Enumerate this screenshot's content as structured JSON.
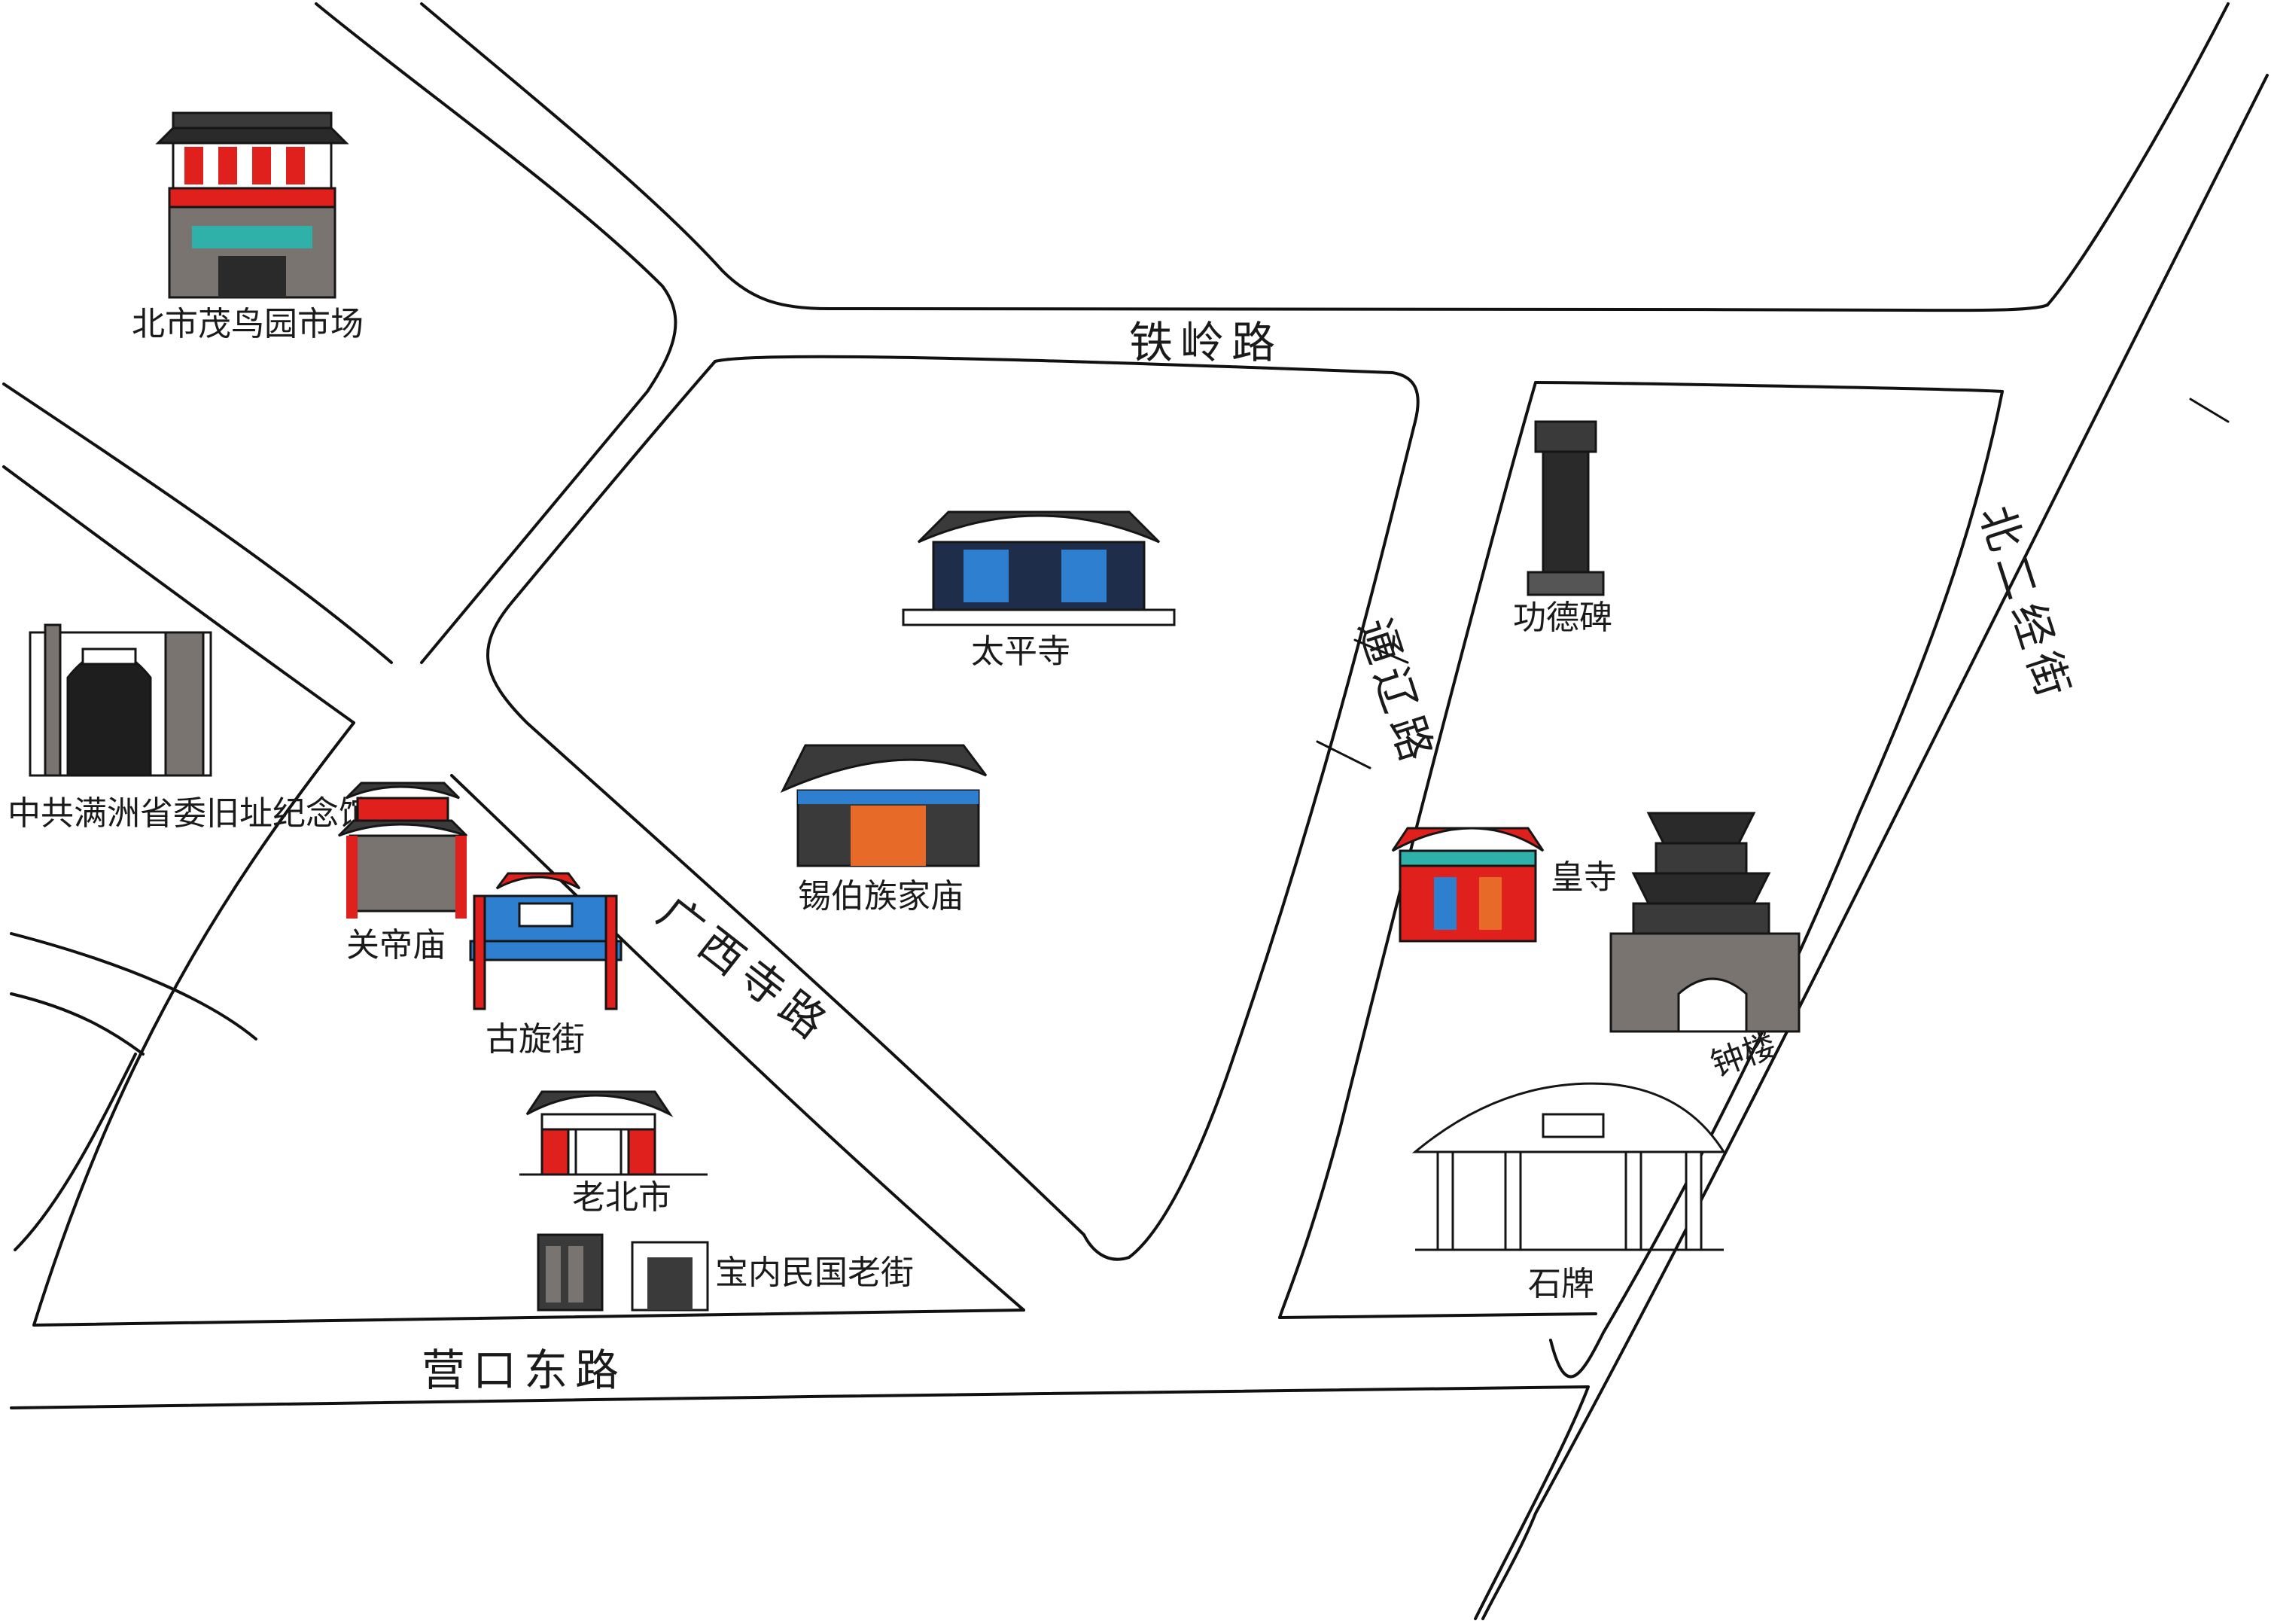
{
  "colors": {
    "ink": "#151515",
    "red": "#e0201c",
    "blue": "#2f7fd0",
    "orange": "#e86a28",
    "teal": "#2fb0a8",
    "roof": "#3a3a3a",
    "stone": "#7a7470",
    "paper": "#ffffff"
  },
  "roads": {
    "tieling": "铁岭路",
    "yingkou_east": "营口东路",
    "tongliao": "通辽路",
    "beiersjing": "北二经街",
    "guangsi": "广西寺路"
  },
  "landmarks": {
    "beishi_theater": "北市茂鸟园市场",
    "party_site": "中共满洲省委旧址纪念馆",
    "taiping_temple": "太平寺",
    "xibo_temple": "锡伯族家庙",
    "gongde_stele": "功德碑",
    "huangsi": "皇寺",
    "zhonglou": "钟楼",
    "paifang": "石牌",
    "guandi_temple": "关帝庙",
    "ancient_street": "古旋街",
    "laobeishi": "老北市",
    "minguo_street": "宝内民国老街"
  },
  "icons": {
    "theater": "theater-building-icon",
    "memorial": "memorial-hall-icon",
    "temple": "temple-icon",
    "stele": "stele-icon",
    "tower": "bell-tower-icon",
    "gate": "paifang-gate-icon"
  }
}
